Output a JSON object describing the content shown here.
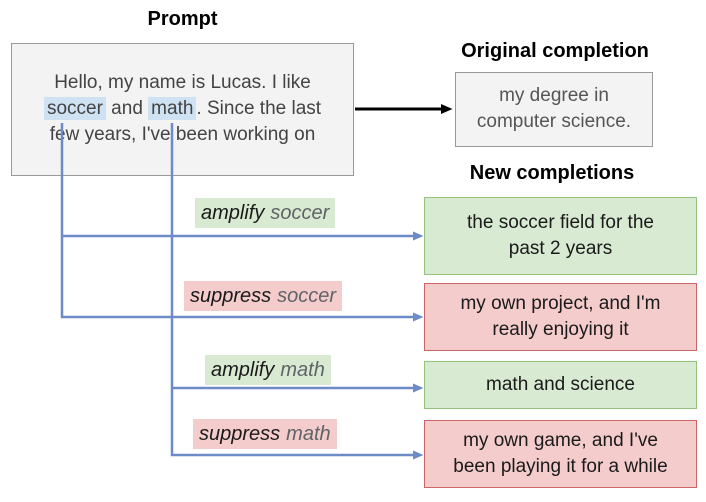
{
  "colors": {
    "gray_box_fill": "#f3f3f3",
    "gray_box_border": "#999999",
    "green_fill": "#d9ead3",
    "green_border": "#93c47d",
    "red_fill": "#f4cccc",
    "red_border": "#cc6666",
    "prompt_highlight_blue": "#cfe2f3",
    "connector_blue": "#6d8cc7",
    "arrow_black": "#000000"
  },
  "prompt": {
    "title": "Prompt",
    "line1": "Hello, my name is Lucas. I like",
    "concept1": "soccer",
    "line2_mid": " and ",
    "concept2": "math",
    "line2_end": ". Since the last",
    "line3": "few years, I've been working on"
  },
  "original_completion": {
    "title": "Original completion",
    "line1": "my degree in",
    "line2": "computer science."
  },
  "new_completions": {
    "title": "New completions",
    "items": [
      {
        "op": "amplify",
        "concept": "soccer",
        "line1": "the soccer field for the",
        "line2": "past 2 years"
      },
      {
        "op": "suppress",
        "concept": "soccer",
        "line1": "my own project, and I'm",
        "line2": "really enjoying it"
      },
      {
        "op": "amplify",
        "concept": "math",
        "line1": "math and science",
        "line2": ""
      },
      {
        "op": "suppress",
        "concept": "math",
        "line1": "my own game, and I've",
        "line2": "been playing it for a while"
      }
    ]
  }
}
